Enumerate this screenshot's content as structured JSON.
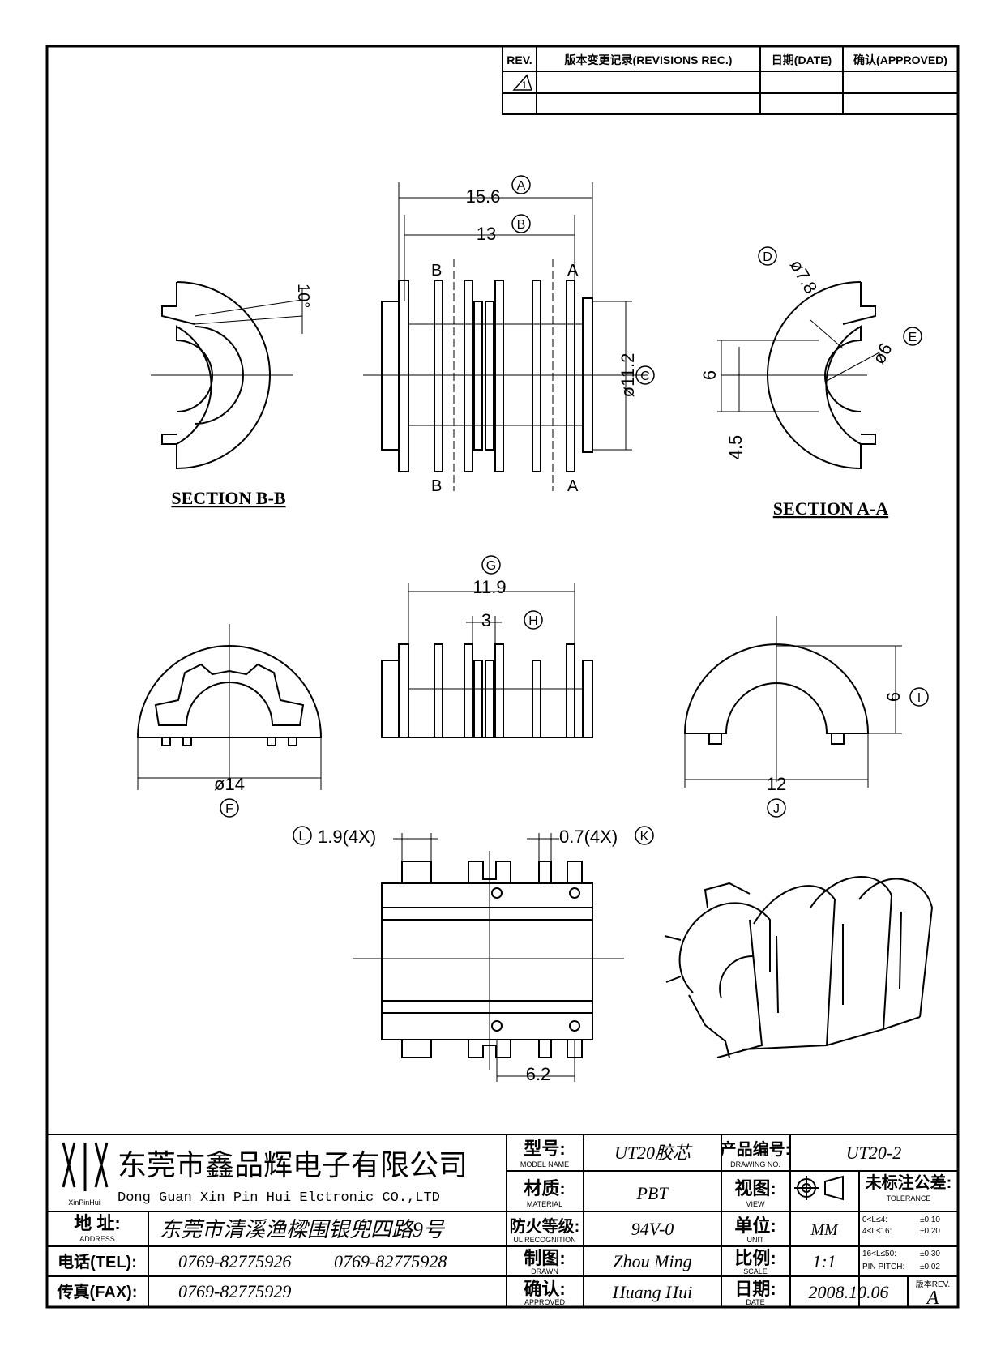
{
  "revisions": {
    "col_rev": "REV.",
    "col_record": "版本变更记录(REVISIONS REC.)",
    "col_date": "日期(DATE)",
    "col_approved": "确认(APPROVED)",
    "row1_rev": "1"
  },
  "dimensions": {
    "a": {
      "letter": "A",
      "value": "15.6"
    },
    "b": {
      "letter": "B",
      "value": "13"
    },
    "c": {
      "letter": "C",
      "value": "ø11.2"
    },
    "d": {
      "letter": "D",
      "value": "ø7.8"
    },
    "e": {
      "letter": "E",
      "value": "ø6"
    },
    "f": {
      "letter": "F",
      "value": "ø14"
    },
    "g": {
      "letter": "G",
      "value": "11.9"
    },
    "h": {
      "letter": "H",
      "value": "3"
    },
    "i": {
      "letter": "I",
      "value": "6"
    },
    "j": {
      "letter": "J",
      "value": "12"
    },
    "k": {
      "letter": "K",
      "value": "0.7(4X)"
    },
    "l": {
      "letter": "L",
      "value": "1.9(4X)"
    },
    "section_a_height": "6",
    "section_a_depth": "4.5",
    "pin_spacing": "6.2",
    "angle": "10°"
  },
  "section_marks": {
    "b": "B",
    "a": "A"
  },
  "section_titles": {
    "bb": "SECTION B-B",
    "aa": "SECTION A-A"
  },
  "title_block": {
    "logo_text": "XinPinHui",
    "company_cn": "东莞市鑫品辉电子有限公司",
    "company_en": "Dong Guan Xin Pin Hui Elctronic CO.,LTD",
    "address_label_cn": "地 址:",
    "address_label_en": "ADDRESS",
    "address_value": "东莞市清溪渔樑围银兜四路9号",
    "tel_label": "电话(TEL):",
    "tel_value_1": "0769-82775926",
    "tel_value_2": "0769-82775928",
    "fax_label": "传真(FAX):",
    "fax_value": "0769-82775929",
    "model_label_cn": "型号:",
    "model_label_en": "MODEL NAME",
    "model_value": "UT20胶芯",
    "material_label_cn": "材质:",
    "material_label_en": "MATERIAL",
    "material_value": "PBT",
    "fire_label_cn": "防火等级:",
    "fire_label_en": "UL RECOGNITION",
    "fire_value": "94V-0",
    "drawn_label_cn": "制图:",
    "drawn_label_en": "DRAWN",
    "drawn_value": "Zhou Ming",
    "approved_label_cn": "确认:",
    "approved_label_en": "APPROVED",
    "approved_value": "Huang Hui",
    "drawing_no_label_cn": "产品编号:",
    "drawing_no_label_en": "DRAWING NO.",
    "drawing_no_value": "UT20-2",
    "view_label_cn": "视图:",
    "view_label_en": "VIEW",
    "unit_label_cn": "单位:",
    "unit_label_en": "UNIT",
    "unit_value": "MM",
    "scale_label_cn": "比例:",
    "scale_label_en": "SCALE",
    "scale_value": "1:1",
    "date_label_cn": "日期:",
    "date_label_en": "DATE",
    "date_value": "2008.10.06",
    "tolerance_label_cn": "未标注公差:",
    "tolerance_label_en": "TOLERANCE",
    "tolerances": [
      {
        "range": "0<L≤4:",
        "value": "±0.10"
      },
      {
        "range": "4<L≤16:",
        "value": "±0.20"
      },
      {
        "range": "16<L≤50:",
        "value": "±0.30"
      },
      {
        "range": "PIN PITCH:",
        "value": "±0.02"
      }
    ],
    "version_label": "版本REV.",
    "version_value": "A"
  }
}
